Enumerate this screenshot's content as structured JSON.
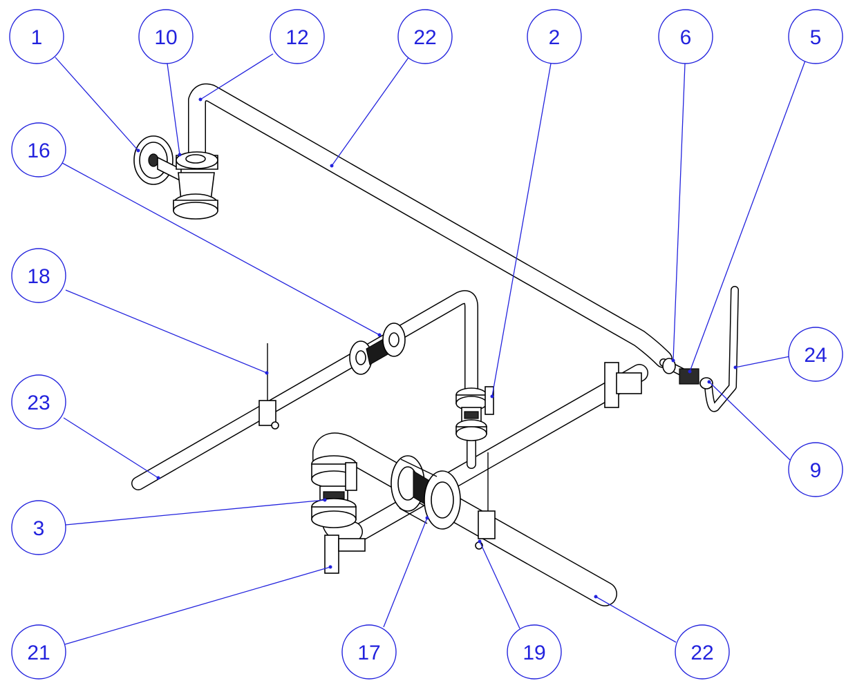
{
  "callouts": [
    {
      "label": "1"
    },
    {
      "label": "10"
    },
    {
      "label": "12"
    },
    {
      "label": "22"
    },
    {
      "label": "2"
    },
    {
      "label": "6"
    },
    {
      "label": "5"
    },
    {
      "label": "16"
    },
    {
      "label": "18"
    },
    {
      "label": "24"
    },
    {
      "label": "23"
    },
    {
      "label": "9"
    },
    {
      "label": "3"
    },
    {
      "label": "21"
    },
    {
      "label": "17"
    },
    {
      "label": "19"
    },
    {
      "label": "22"
    }
  ],
  "colors": {
    "callout": "#2222dd",
    "line": "#000000",
    "background": "#ffffff"
  }
}
